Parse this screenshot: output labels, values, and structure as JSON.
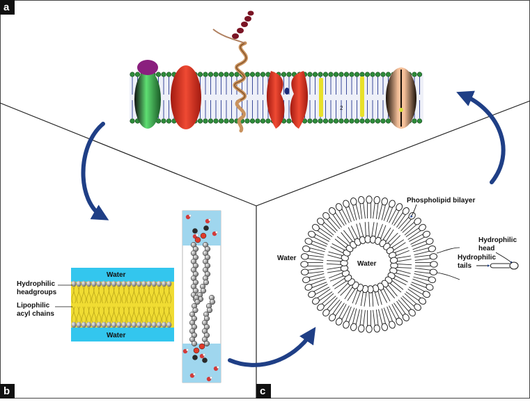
{
  "panels": {
    "a": {
      "tag": "a"
    },
    "b": {
      "tag": "b",
      "water_top": "Water",
      "water_bottom": "Water",
      "headgroups_line1": "Hydrophilic",
      "headgroups_line2": "headgroups",
      "acyl_line1": "Lipophilic",
      "acyl_line2": "acyl chains"
    },
    "c": {
      "tag": "c",
      "bilayer_label": "Phospholipid bilayer",
      "water_outer": "Water",
      "water_inner": "Water",
      "head_line1": "Hydrophilic",
      "head_line2": "head",
      "tails_line1": "Hydrophilic",
      "tails_line2": "tails"
    }
  },
  "colors": {
    "arrow": "#1f3f86",
    "water": "#33c6ee",
    "lipid_core": "#f0dc32",
    "membrane_line": "#3a4a9a",
    "head_green": "#2e8b3a",
    "protein_red": "#d93a2a",
    "protein_green": "#4fcf63",
    "protein_purple": "#8a1f7e",
    "tag_bg": "#111111"
  }
}
